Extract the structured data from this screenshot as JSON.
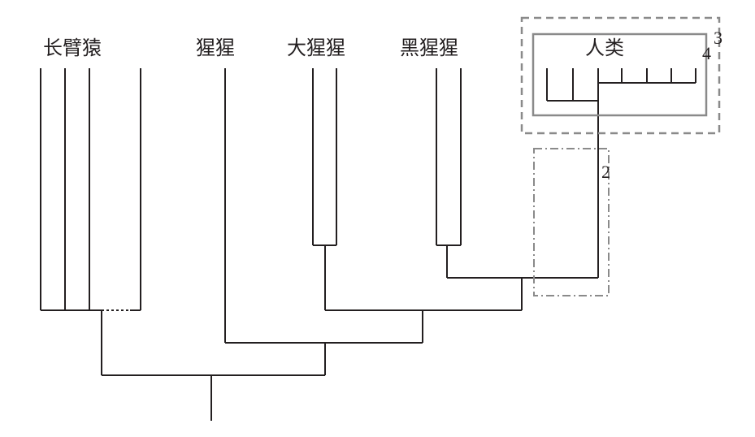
{
  "diagram": {
    "taxa": {
      "gibbon": "长臂猿",
      "orangutan": "猩猩",
      "gorilla": "大猩猩",
      "chimpanzee": "黑猩猩",
      "human": "人类"
    },
    "box_labels": {
      "outer_dashed": "3",
      "inner_solid": "4",
      "dash_dot": "2"
    },
    "colors": {
      "line": "#231f20",
      "box": "#8a8a8a"
    }
  }
}
